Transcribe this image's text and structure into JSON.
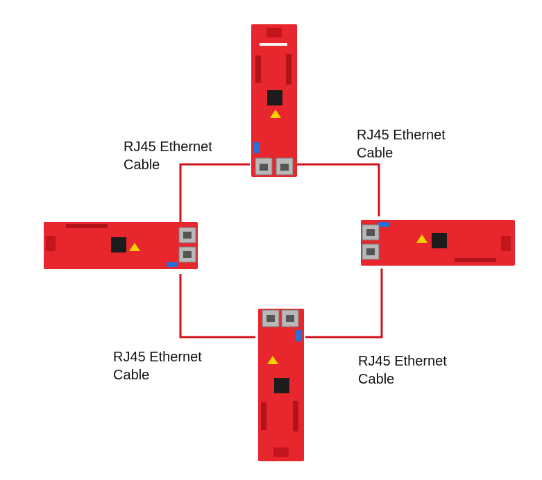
{
  "diagram": {
    "cable_color": "#d0101a",
    "board_color": "#e8262e",
    "boards": [
      {
        "id": "top",
        "orientation": "vertical"
      },
      {
        "id": "left",
        "orientation": "horizontal"
      },
      {
        "id": "right",
        "orientation": "horizontal"
      },
      {
        "id": "bottom",
        "orientation": "vertical"
      }
    ],
    "labels": {
      "top_left": "RJ45 Ethernet\nCable",
      "top_right": "RJ45 Ethernet\nCable",
      "bottom_left": "RJ45 Ethernet\nCable",
      "bottom_right": "RJ45 Ethernet\nCable"
    }
  }
}
